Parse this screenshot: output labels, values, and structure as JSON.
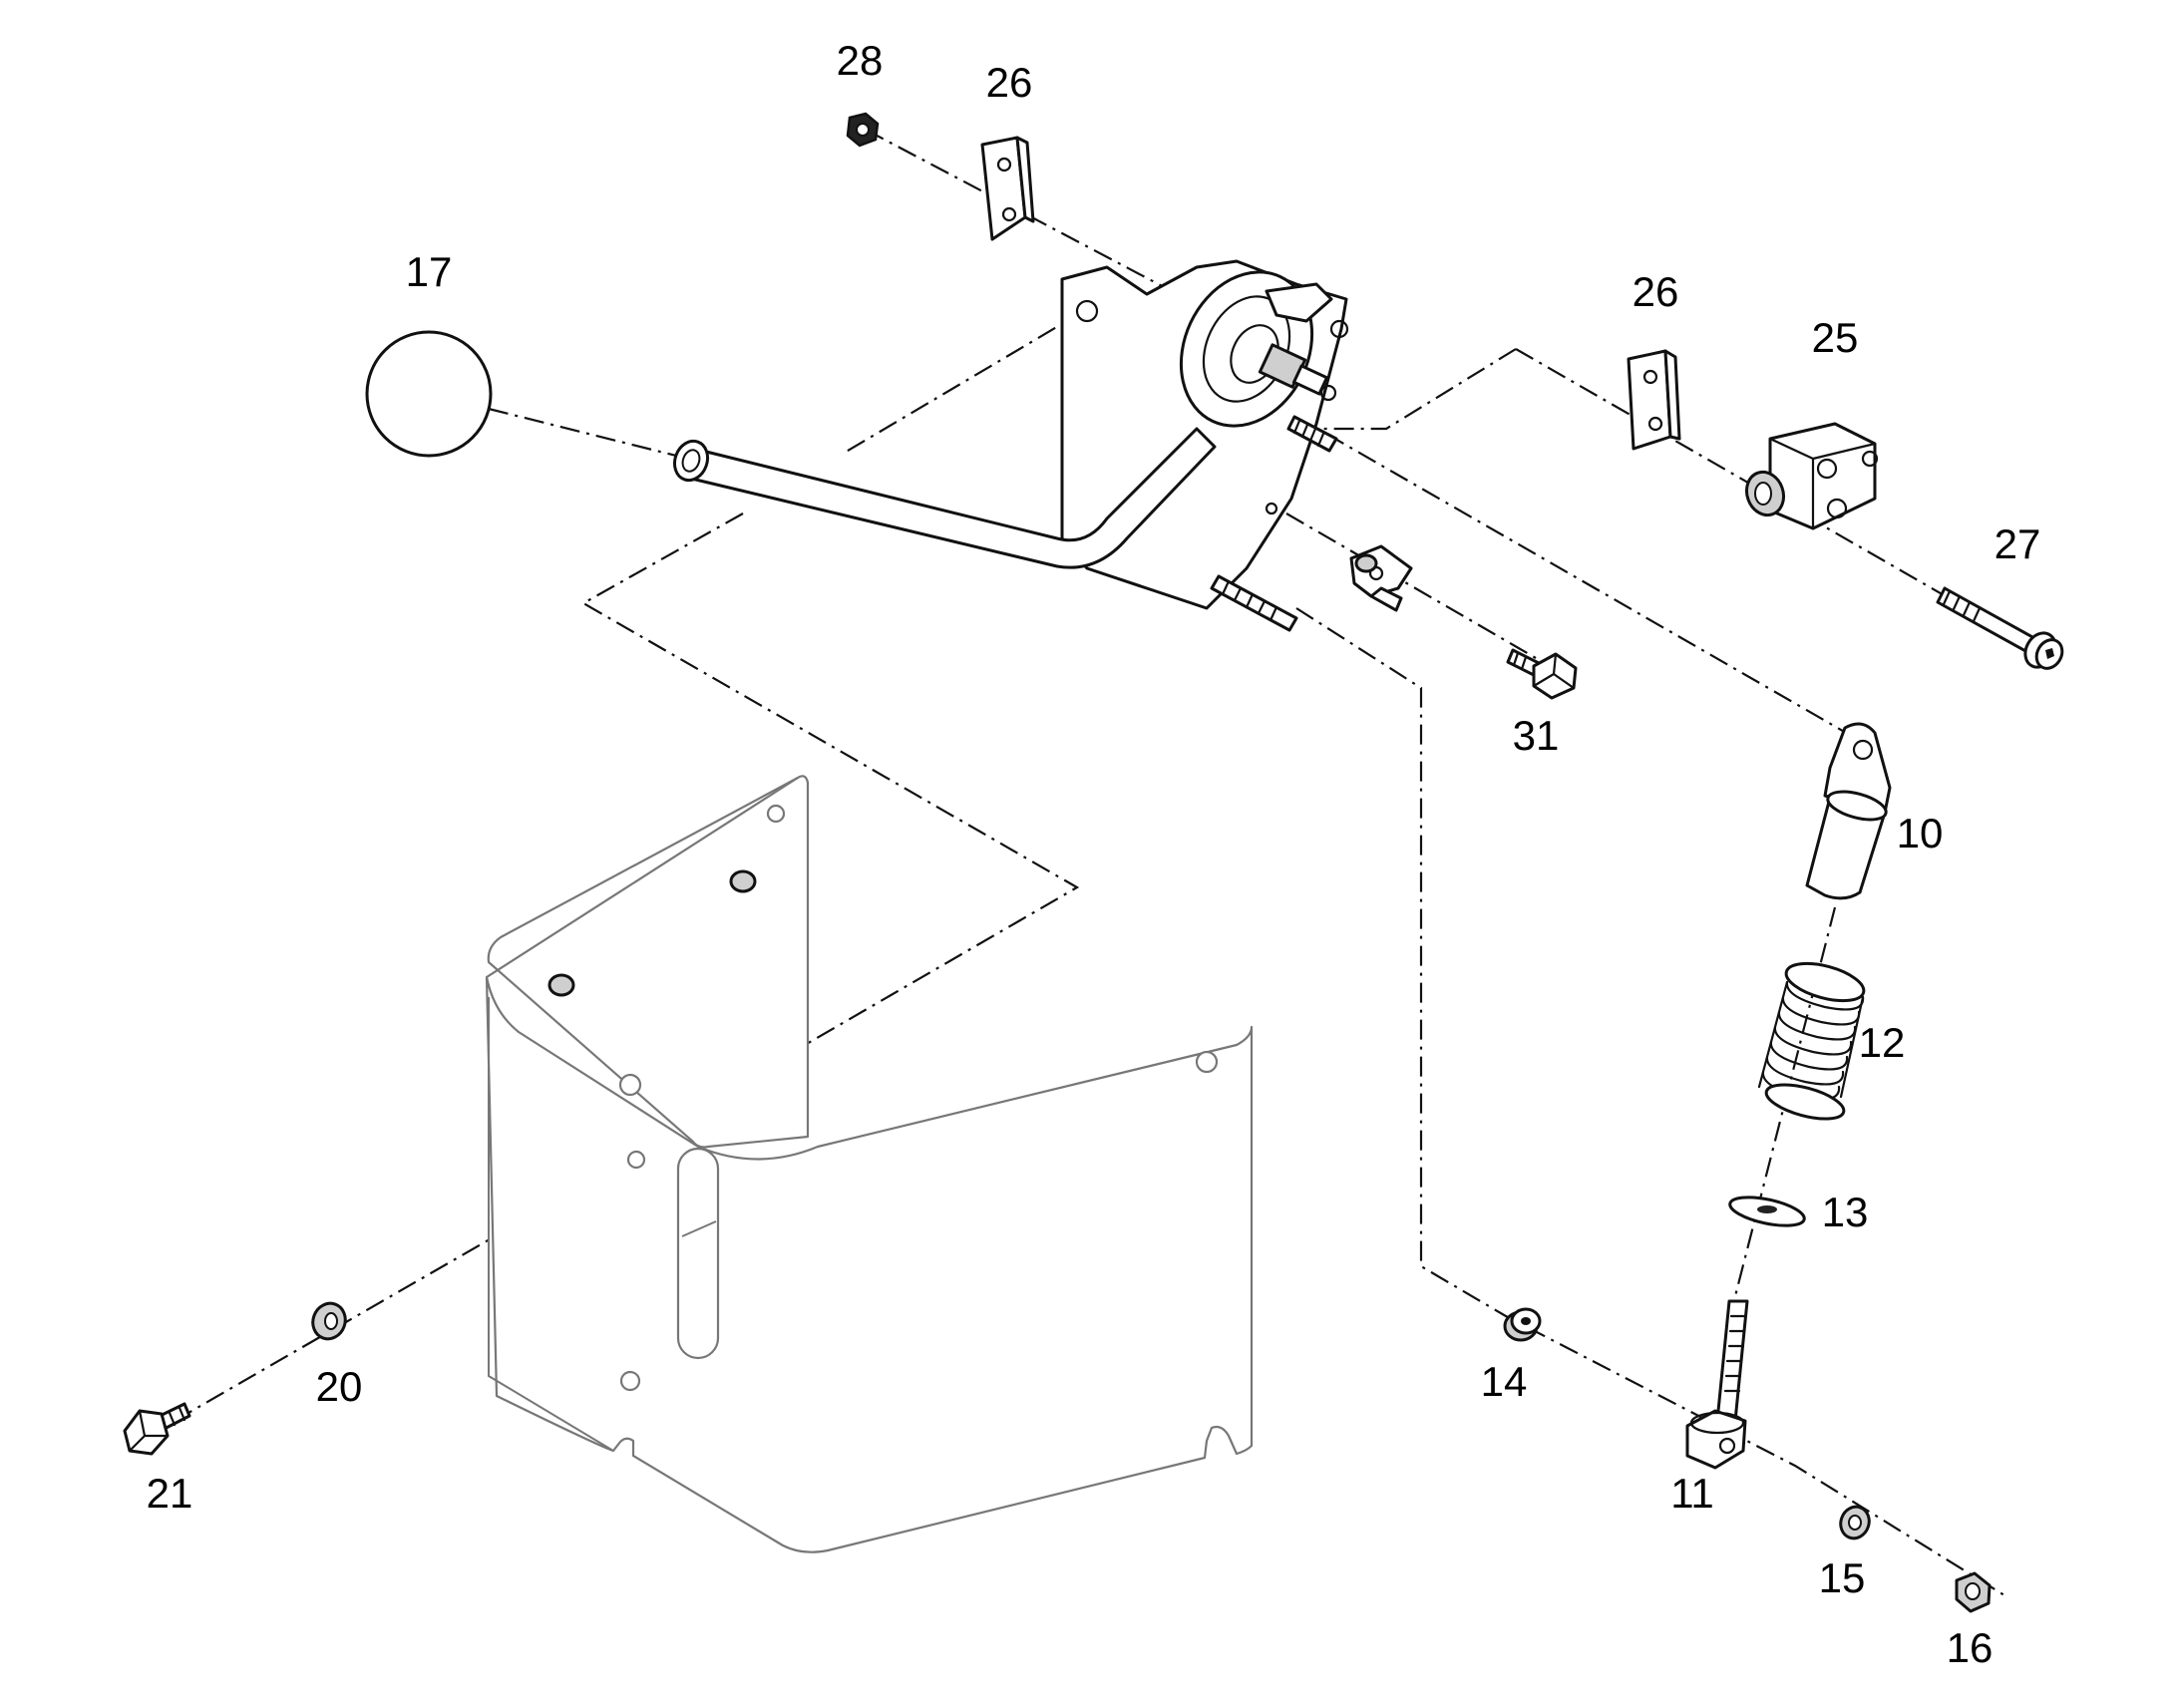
{
  "callouts": {
    "c28": "28",
    "c26a": "26",
    "c17": "17",
    "c26b": "26",
    "c25": "25",
    "c27": "27",
    "c31": "31",
    "c10": "10",
    "c12": "12",
    "c13": "13",
    "c14": "14",
    "c11": "11",
    "c15": "15",
    "c16": "16",
    "c20": "20",
    "c21": "21"
  }
}
